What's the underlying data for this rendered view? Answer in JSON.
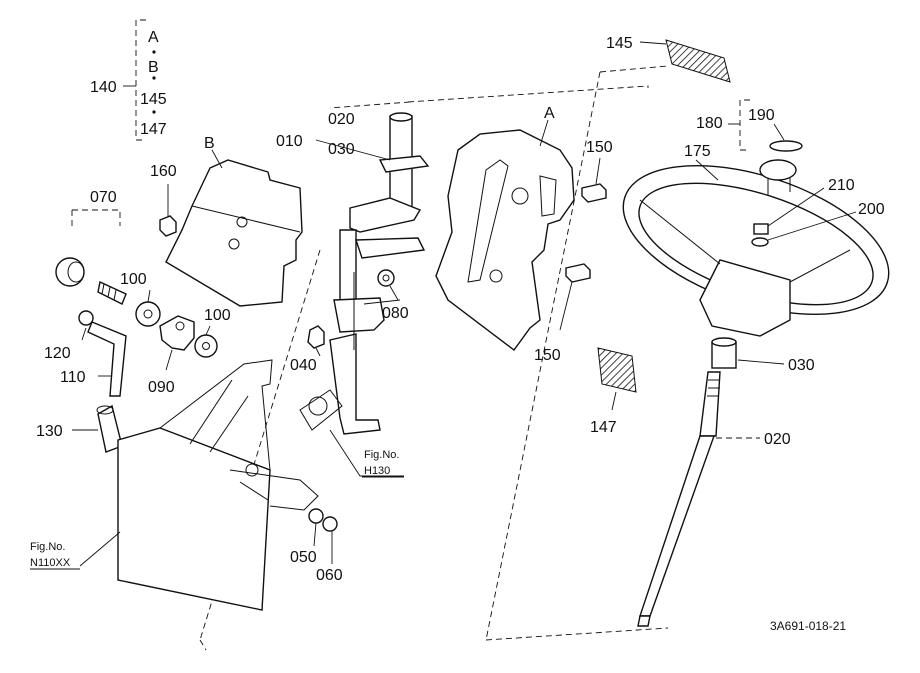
{
  "labels": {
    "l140": "140",
    "lA1": "A",
    "lB1": "B",
    "l145a": "145",
    "l147a": "147",
    "l160": "160",
    "lB2": "B",
    "l010": "010",
    "l020a": "020",
    "l030a": "030",
    "lA2": "A",
    "l150a": "150",
    "l145b": "145",
    "l070": "070",
    "l100a": "100",
    "l100b": "100",
    "l120": "120",
    "l090": "090",
    "l110": "110",
    "l130": "130",
    "l080": "080",
    "l040": "040",
    "l150b": "150",
    "l147b": "147",
    "l180": "180",
    "l190": "190",
    "l175": "175",
    "l210": "210",
    "l200": "200",
    "l030b": "030",
    "l020b": "020",
    "l050": "050",
    "l060": "060",
    "figH130a": "Fig.No.",
    "figH130b": "H130",
    "figN110a": "Fig.No.",
    "figN110b": "N110XX",
    "code": "3A691-018-21"
  }
}
